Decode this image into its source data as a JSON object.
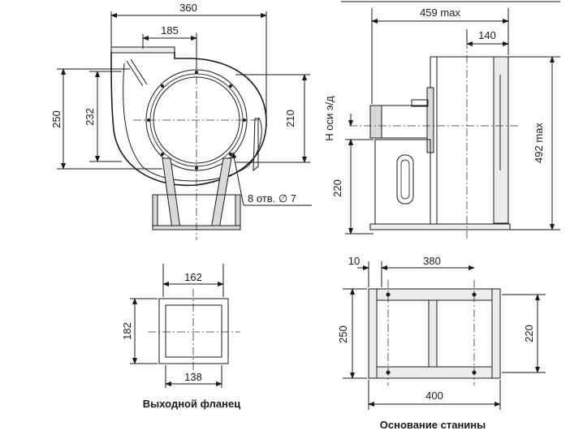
{
  "front_view": {
    "width_label": "360",
    "inlet_offset_label": "185",
    "height_label": "250",
    "inlet_height_label": "232",
    "flange_dia_label": "210",
    "holes_label": "8 отв. ∅ 7"
  },
  "side_view": {
    "depth_label": "459 max",
    "motor_offset_label": "140",
    "axis_height_label": "Н оси э/д",
    "base_height_label": "220",
    "total_height_label": "492 max"
  },
  "outlet_flange": {
    "title": "Выходной фланец",
    "width_label": "162",
    "height_label": "182",
    "inner_width_label": "138"
  },
  "frame_base": {
    "title": "Основание станины",
    "edge_offset_label": "10",
    "hole_spacing_label": "380",
    "height_label": "250",
    "inner_height_label": "220",
    "width_label": "400"
  }
}
